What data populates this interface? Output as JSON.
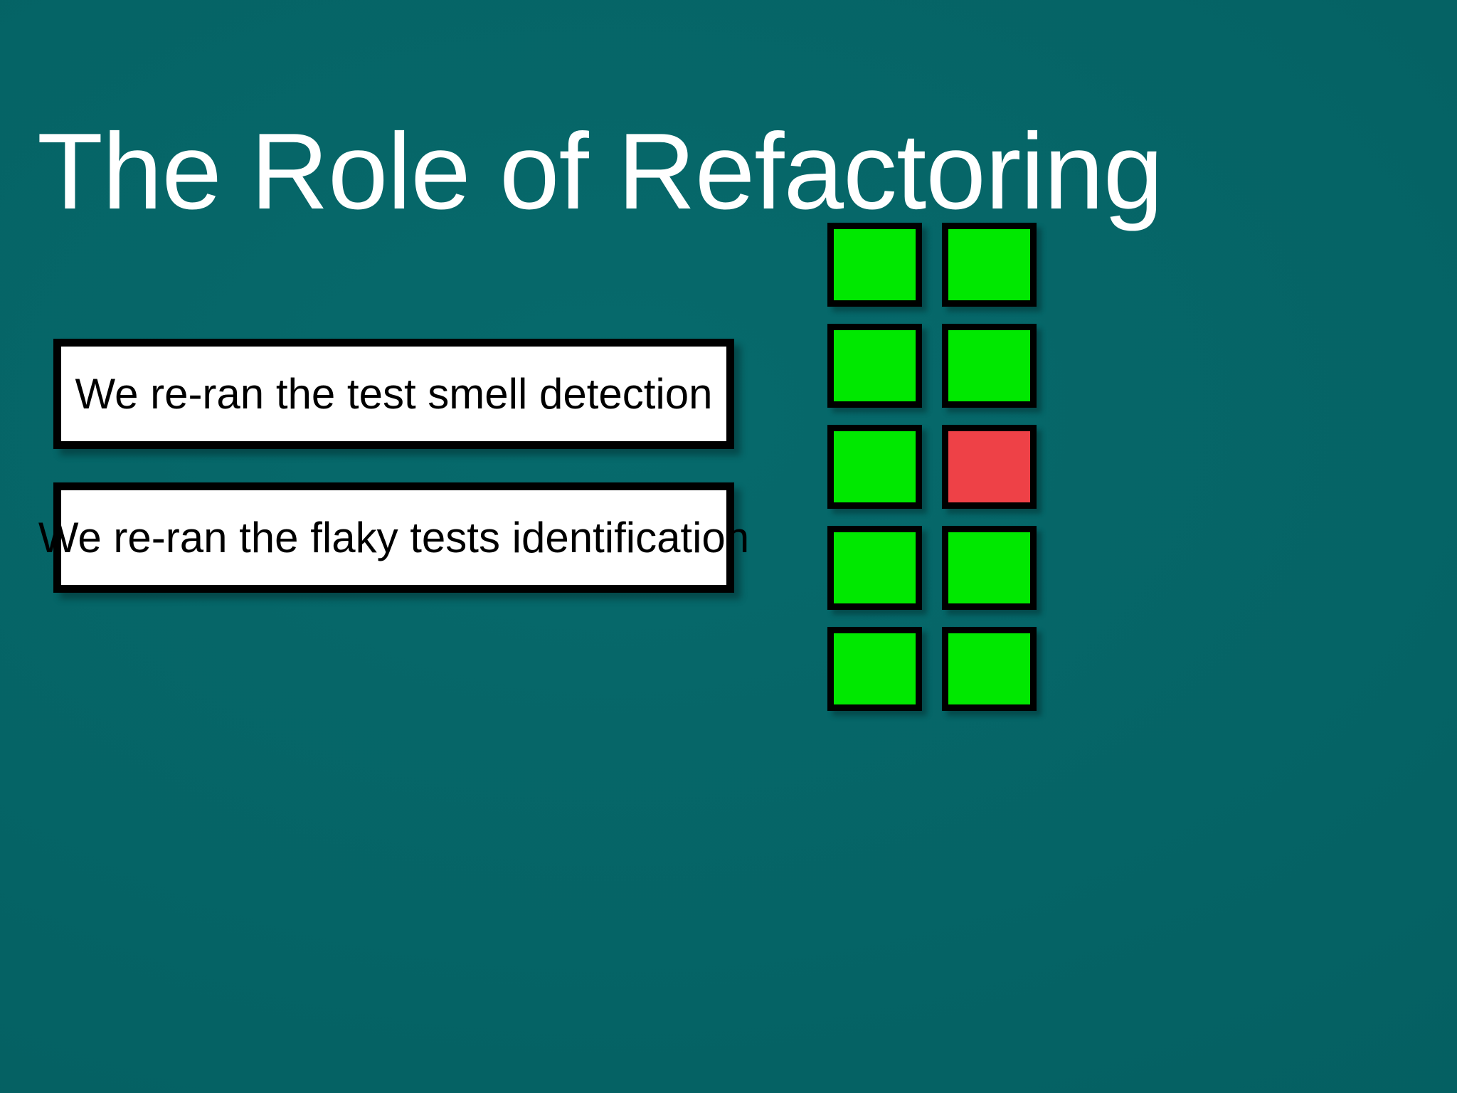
{
  "slide": {
    "title": "The Role of Refactoring",
    "background_color": "#056365",
    "title_color": "#ffffff"
  },
  "callouts": [
    {
      "text": "We re-ran the test smell detection"
    },
    {
      "text": "We re-ran the flaky tests identification"
    }
  ],
  "status_grid": {
    "rows": 5,
    "cols": 2,
    "pass_color": "#00E800",
    "fail_color": "#EE4147",
    "border_color": "#000000",
    "cells": [
      {
        "row": 1,
        "col": 1,
        "state": "pass",
        "color": "#00E800"
      },
      {
        "row": 1,
        "col": 2,
        "state": "pass",
        "color": "#00E800"
      },
      {
        "row": 2,
        "col": 1,
        "state": "pass",
        "color": "#00E800"
      },
      {
        "row": 2,
        "col": 2,
        "state": "pass",
        "color": "#00E800"
      },
      {
        "row": 3,
        "col": 1,
        "state": "pass",
        "color": "#00E800"
      },
      {
        "row": 3,
        "col": 2,
        "state": "fail",
        "color": "#EE4147"
      },
      {
        "row": 4,
        "col": 1,
        "state": "pass",
        "color": "#00E800"
      },
      {
        "row": 4,
        "col": 2,
        "state": "pass",
        "color": "#00E800"
      },
      {
        "row": 5,
        "col": 1,
        "state": "pass",
        "color": "#00E800"
      },
      {
        "row": 5,
        "col": 2,
        "state": "pass",
        "color": "#00E800"
      }
    ]
  }
}
